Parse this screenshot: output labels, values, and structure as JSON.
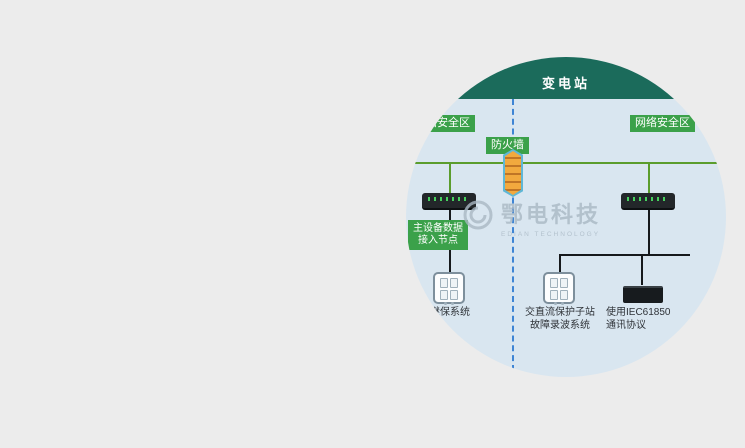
{
  "colors": {
    "page-bg": "#ececec",
    "inset-bg": "#d9e6f0",
    "header-teal": "#1b6b5b",
    "badge-green": "#3ba14a",
    "line-green": "#5b9d2d",
    "dashed-blue": "#3f85d4"
  },
  "diagram": {
    "header": "变电站",
    "zone_left": "网络安全区",
    "zone_right": "网络安全区",
    "firewall": "防火墙",
    "access_node": {
      "line1": "主设备数据",
      "line2": "接入节点"
    },
    "device_labels": {
      "left": "继保系统",
      "middle_line1": "交直流保护子站",
      "middle_line2": "故障录波系统",
      "right_line1": "使用IEC61850",
      "right_line2": "通讯协议"
    },
    "watermark": {
      "name": "鄂电科技",
      "subtitle": "EDIAN TECHNOLOGY"
    }
  }
}
